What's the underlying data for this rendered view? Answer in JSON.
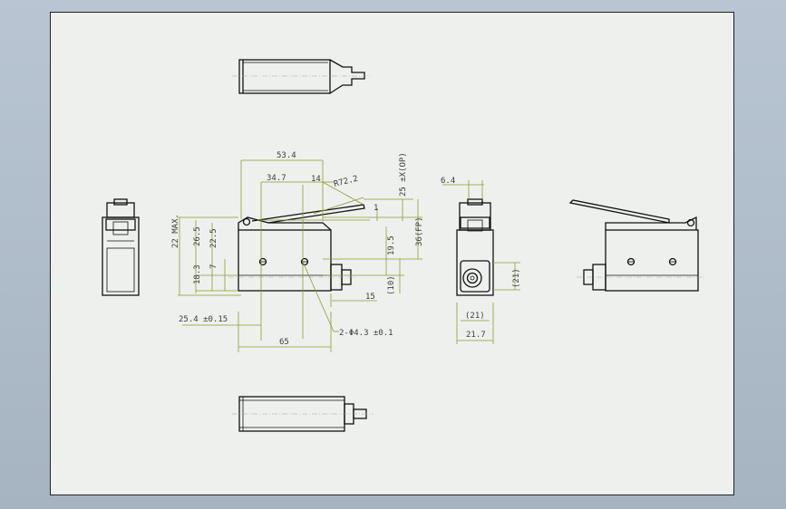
{
  "drawing": {
    "colors": {
      "background": "#b9c5d2",
      "sheet": "#eef0ee",
      "geometry": "#111111",
      "dimension_line": "#8f9a2a",
      "dimension_text": "#3c3c3c"
    },
    "dimensions": {
      "d_53_4": "53.4",
      "d_34_7": "34.7",
      "d_14": "14",
      "d_r72_2": "R72.2",
      "d_1": "1",
      "d_25_op": "25 ±X(OP)",
      "d_36_fp": "36(FP)",
      "d_19_5": "19.5",
      "d_10": "(10)",
      "d_15": "15",
      "d_22max": "22 MAX.",
      "d_26_5": "26.5",
      "d_22_5": "22.5",
      "d_7": "7",
      "d_18_3": "18.3",
      "d_25_4": "25.4 ±0.15",
      "d_holes": "2-Φ4.3 ±0.1",
      "d_65": "65",
      "d_6_4": "6.4",
      "d_21_right": "(21)",
      "d_21_bottom": "(21)",
      "d_21_7": "21.7"
    }
  }
}
